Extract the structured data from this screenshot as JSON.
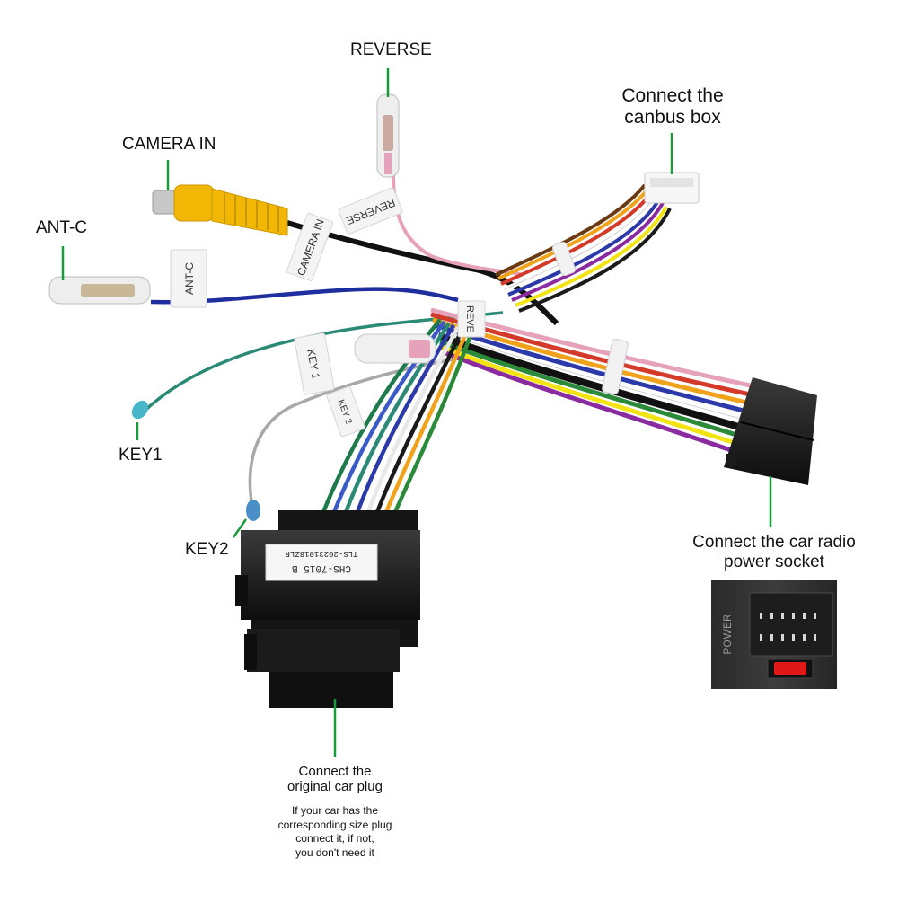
{
  "labels": {
    "reverse": "REVERSE",
    "camera_in": "CAMERA IN",
    "ant_c": "ANT-C",
    "key1": "KEY1",
    "key2": "KEY2",
    "canbus": [
      "Connect the",
      "canbus box"
    ],
    "radio_socket": [
      "Connect the car radio",
      "power socket"
    ],
    "original_plug": [
      "Connect the",
      "original car plug"
    ],
    "original_plug_note": [
      "If your car has the",
      "corresponding size plug",
      "connect it, if not,",
      "you don't need it"
    ]
  },
  "wire_tags": {
    "reverse": "REVERSE",
    "camera_in": "CAMERA IN",
    "ant_c": "ANT-C",
    "key1": "KEY 1",
    "key2": "KEY 2",
    "reverse_short": "REVE"
  },
  "connector_label": {
    "line1": "CHS-7015 B",
    "line2": "TLS-20231018ZLR"
  },
  "inset": {
    "word": "POWER"
  },
  "colors": {
    "pointer": "#1a9a3a",
    "connector": "#1c1c1c",
    "rca_yellow": "#f2b705",
    "antenna_blue": "#1e2e9e",
    "fuse_red": "#e01818"
  },
  "icons": [
    "rca-plug-icon",
    "bullet-connector-icon",
    "fuse-icon"
  ]
}
